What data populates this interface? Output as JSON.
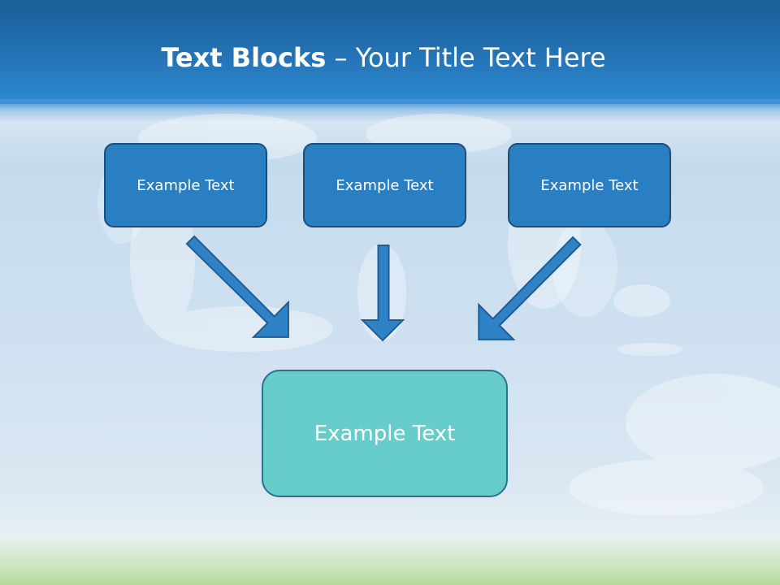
{
  "title": {
    "bold": "Text Blocks",
    "dash": "–",
    "rest": "Your Title Text Here"
  },
  "boxes": [
    {
      "label": "Example Text"
    },
    {
      "label": "Example Text"
    },
    {
      "label": "Example Text"
    }
  ],
  "target": {
    "label": "Example Text"
  },
  "colors": {
    "header": "#2474b6",
    "box_fill": "#2a7ec2",
    "box_border": "#1f4e79",
    "target_fill": "#66cdca",
    "arrow_fill": "#2f82c6"
  }
}
